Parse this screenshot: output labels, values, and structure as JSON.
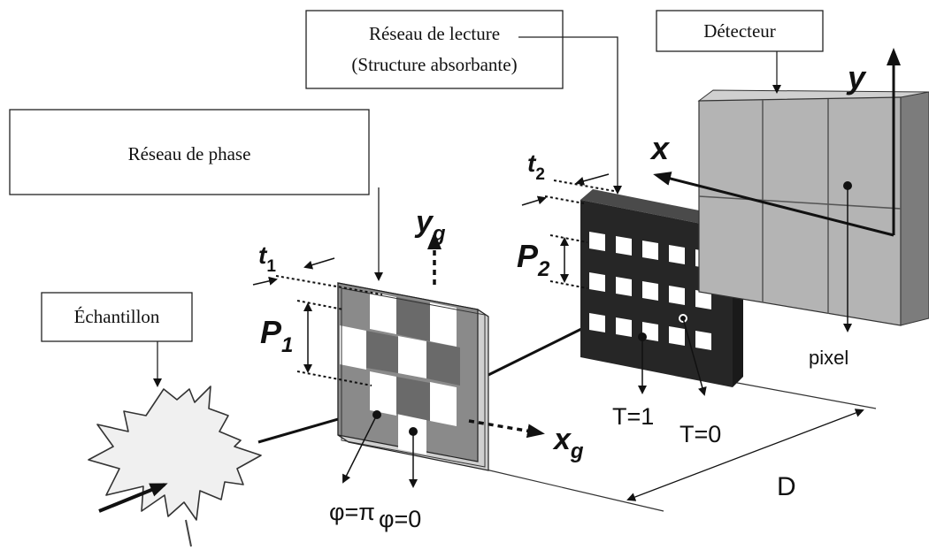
{
  "labels": {
    "sample": "Échantillon",
    "phase_grating": "Réseau de phase",
    "analyzer_line1": "Réseau de lecture",
    "analyzer_line2": "(Structure absorbante)",
    "detector": "Détecteur",
    "pixel": "pixel",
    "phase_pi": "φ=π",
    "phase_zero": "φ=0",
    "transmission_one": "T=1",
    "transmission_zero": "T=0",
    "distance": "D"
  },
  "symbols": {
    "t1_base": "t",
    "t1_sub": "1",
    "t2_base": "t",
    "t2_sub": "2",
    "p1_base": "P",
    "p1_sub": "1",
    "p2_base": "P",
    "p2_sub": "2",
    "yg_base": "y",
    "yg_sub": "g",
    "xg_base": "x",
    "xg_sub": "g",
    "x_axis": "x",
    "y_axis": "y"
  },
  "colors": {
    "ink": "#111111",
    "grating_gray": "#8a8a8a",
    "grating_dark": "#6a6a6a",
    "analyzer_black": "#262626",
    "detector_face": "#b4b4b4",
    "detector_side": "#7c7c7c",
    "leaf_fill": "#f0f0f0"
  }
}
